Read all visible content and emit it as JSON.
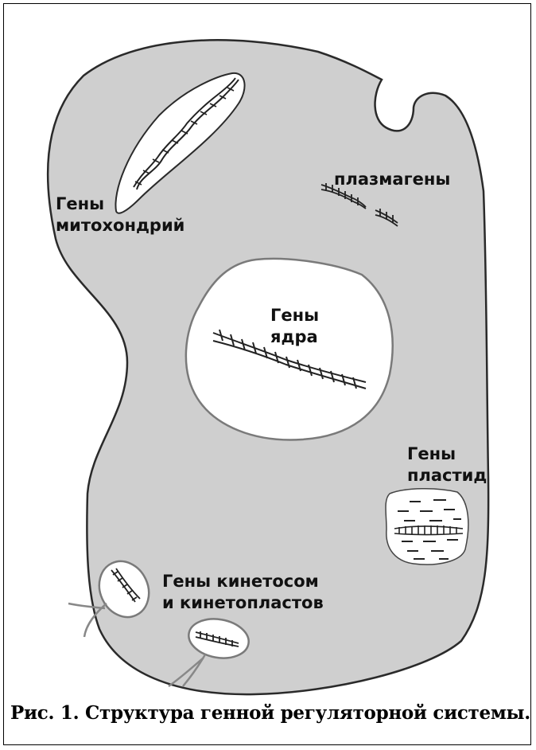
{
  "labels": {
    "mitochondria": [
      "Гены",
      "митохондрий"
    ],
    "plasmagenes": "плазмагены",
    "nucleus": [
      "Гены",
      "ядра"
    ],
    "plastids": [
      "Гены",
      "пластид"
    ],
    "kinetosomes": [
      "Гены кинетосом",
      "и кинетопластов"
    ]
  },
  "caption": "Рис. 1. Структура генной регуляторной системы.",
  "colors": {
    "cytoplasm": "#cfcfcf",
    "outline": "#2a2a2a",
    "organelle_fill": "#ffffff",
    "dna": "#222222"
  }
}
